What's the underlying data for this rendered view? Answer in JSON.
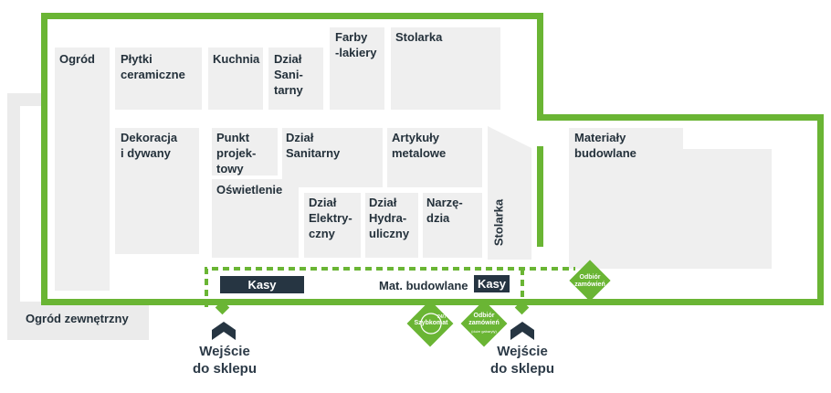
{
  "colors": {
    "accent": "#6ab534",
    "wall": "#ebebeb",
    "block": "#efefef",
    "checkout": "#263542",
    "text": "#24313b"
  },
  "departments": {
    "ogrod": "Ogród",
    "plytki": "Płytki\nceramiczne",
    "kuchnia": "Kuchnia",
    "sanitarny_top": "Dział\nSani-\ntarny",
    "farby": "Farby\n-lakiery",
    "stolarka_top": "Stolarka",
    "dekoracja": "Dekoracja\ni dywany",
    "punkt": "Punkt\nprojek-\ntowy",
    "sanitarny_mid": "Dział\nSanitarny",
    "artykuly": "Artykuły\nmetalowe",
    "oswietlenie": "Oświetlenie",
    "elektryczny": "Dział\nElektry-\nczny",
    "hydrauliczny": "Dział\nHydra-\nuliczny",
    "narzedzia": "Narzę-\ndzia",
    "stolarka_side": "Stolarka",
    "materialy": "Materiały\nbudowlane",
    "ogrod_zewn": "Ogród zewnętrzny",
    "mat_bud": "Mat. budowlane"
  },
  "checkouts": {
    "kasy": "Kasy",
    "kasa": "Kasy"
  },
  "badges": {
    "odbior_right": "Odbiór\nzamówień",
    "szybkomat_hours": "24/7",
    "szybkomat": "Szybkomat",
    "odbior_bottom": "Odbiór\nzamówień",
    "odbior_bottom_sub": "(duże gabaryty)"
  },
  "entrances": {
    "left": "Wejście\ndo sklepu",
    "right": "Wejście\ndo sklepu"
  },
  "icons": [
    "arrow-up-icon",
    "diamond-marker-icon",
    "clock-icon"
  ]
}
